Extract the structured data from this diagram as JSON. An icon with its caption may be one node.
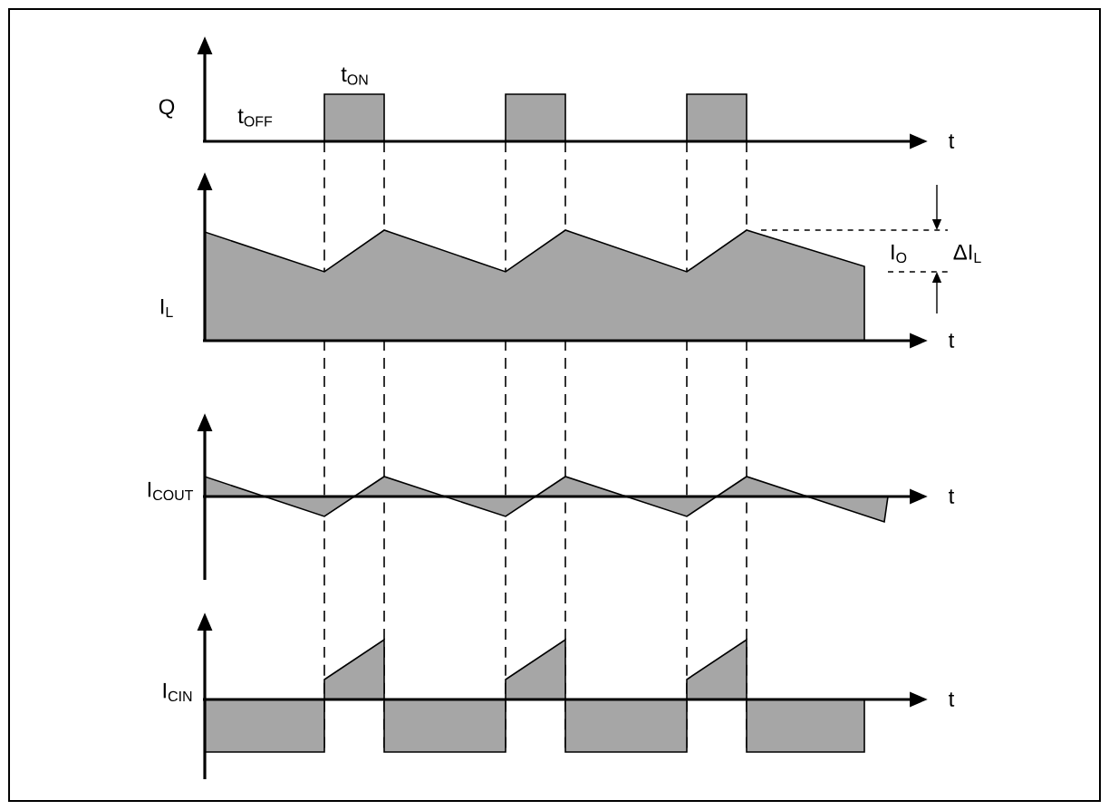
{
  "diagram": {
    "labels": [
      "t$_{ON}$",
      "Q",
      "t$_{OFF}$",
      "t",
      "I$_{O}$",
      "ΔI$_{L}$",
      "I$_{L}$",
      "t",
      "I$_{COUT}$",
      "t",
      "I$_{CIN}$",
      "t"
    ]
  }
}
